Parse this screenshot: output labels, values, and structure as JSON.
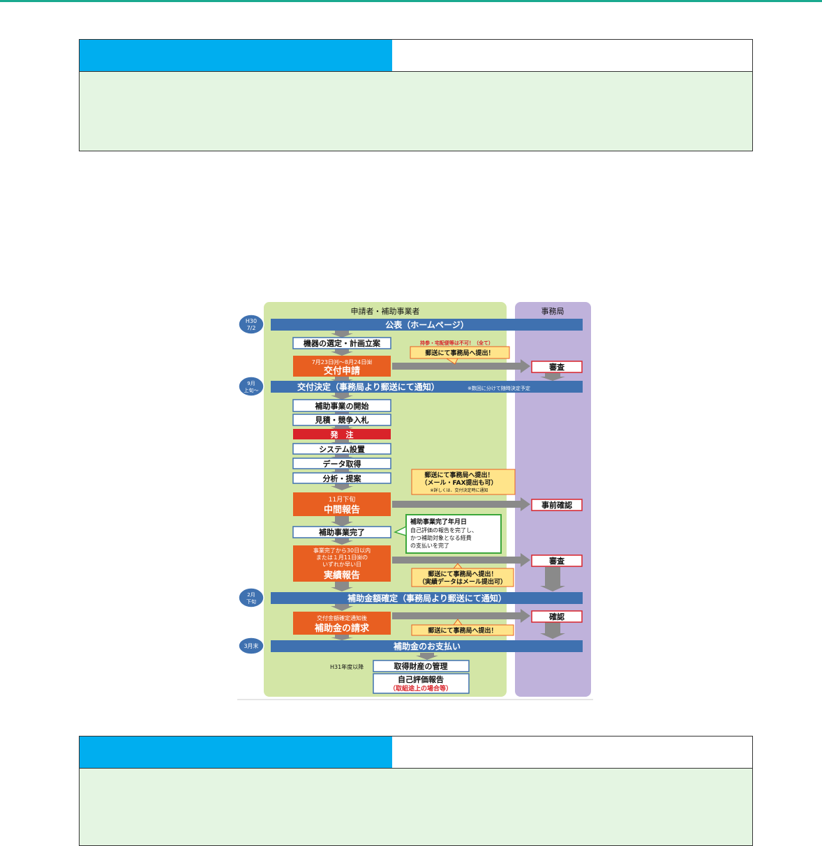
{
  "colors": {
    "accent_blue": "#00aeef",
    "panel_green": "#e4f5e2",
    "applicant_lane": "#d3e6a6",
    "office_lane": "#bfb2db",
    "bar_blue": "#3f71b0",
    "step_orange": "#e85f21",
    "step_red": "#d9232a",
    "note_yellow": "#ffe48a"
  },
  "flow": {
    "lane_applicant": "申請者・補助事業者",
    "lane_office": "事務局",
    "date_h30": "H30",
    "date_72": "7/2",
    "date_9": "9月",
    "date_9b": "上旬～",
    "date_2": "2月",
    "date_2b": "下旬",
    "date_3": "3月末",
    "bar_koho": "公表（ホームページ）",
    "bar_kofu_kettei": "交付決定（事務局より郵送にて通知）",
    "bar_kofu_note": "※数回に分けて随時決定予定",
    "bar_kakutei": "補助金額確定（事務局より郵送にて通知）",
    "bar_shiharai": "補助金のお支払い",
    "step_kiki": "機器の選定・計画立案",
    "step_kofu_dates": "7月23日㈪～8月24日㈮",
    "step_kofu": "交付申請",
    "step_kaishi": "補助事業の開始",
    "step_mitsumori": "見積・競争入札",
    "step_hatchu": "発　注",
    "step_system": "システム設置",
    "step_data": "データ取得",
    "step_bunseki": "分析・提案",
    "step_chukan_date": "11月下旬",
    "step_chukan": "中間報告",
    "step_kanryo": "補助事業完了",
    "step_jisseki_n1": "事業完了から30日以内",
    "step_jisseki_n2": "または１月11日㈮の",
    "step_jisseki_n3": "いずれか早い日",
    "step_jisseki": "実績報告",
    "step_seikyu_n": "交付金額確定通知後",
    "step_seikyu": "補助金の請求",
    "h31": "H31年度以降",
    "step_zaisan": "取得財産の管理",
    "step_jiko": "自己評価報告",
    "step_jiko_sub": "（取組途上の場合等）",
    "note_red": "持参・宅配便等は不可！（全て）",
    "note_post1": "郵送にて事務局へ提出！",
    "note_post2a": "郵送にて事務局へ提出！",
    "note_post2b": "（メール・FAX提出も可）",
    "note_post2c": "※詳しくは、交付決定時に通知",
    "note_post3a": "郵送にて事務局へ提出！",
    "note_post3b": "（実績データはメール提出可）",
    "note_post4": "郵送にて事務局へ提出！",
    "callout_title": "補助事業完了年月日",
    "callout_l1": "自己評価の報告を完了し、",
    "callout_l2": "かつ補助対象となる経費",
    "callout_l3": "の支払いを完了",
    "off_shinsa1": "審査",
    "off_jizen": "事前確認",
    "off_shinsa2": "審査",
    "off_kakunin": "確認"
  }
}
